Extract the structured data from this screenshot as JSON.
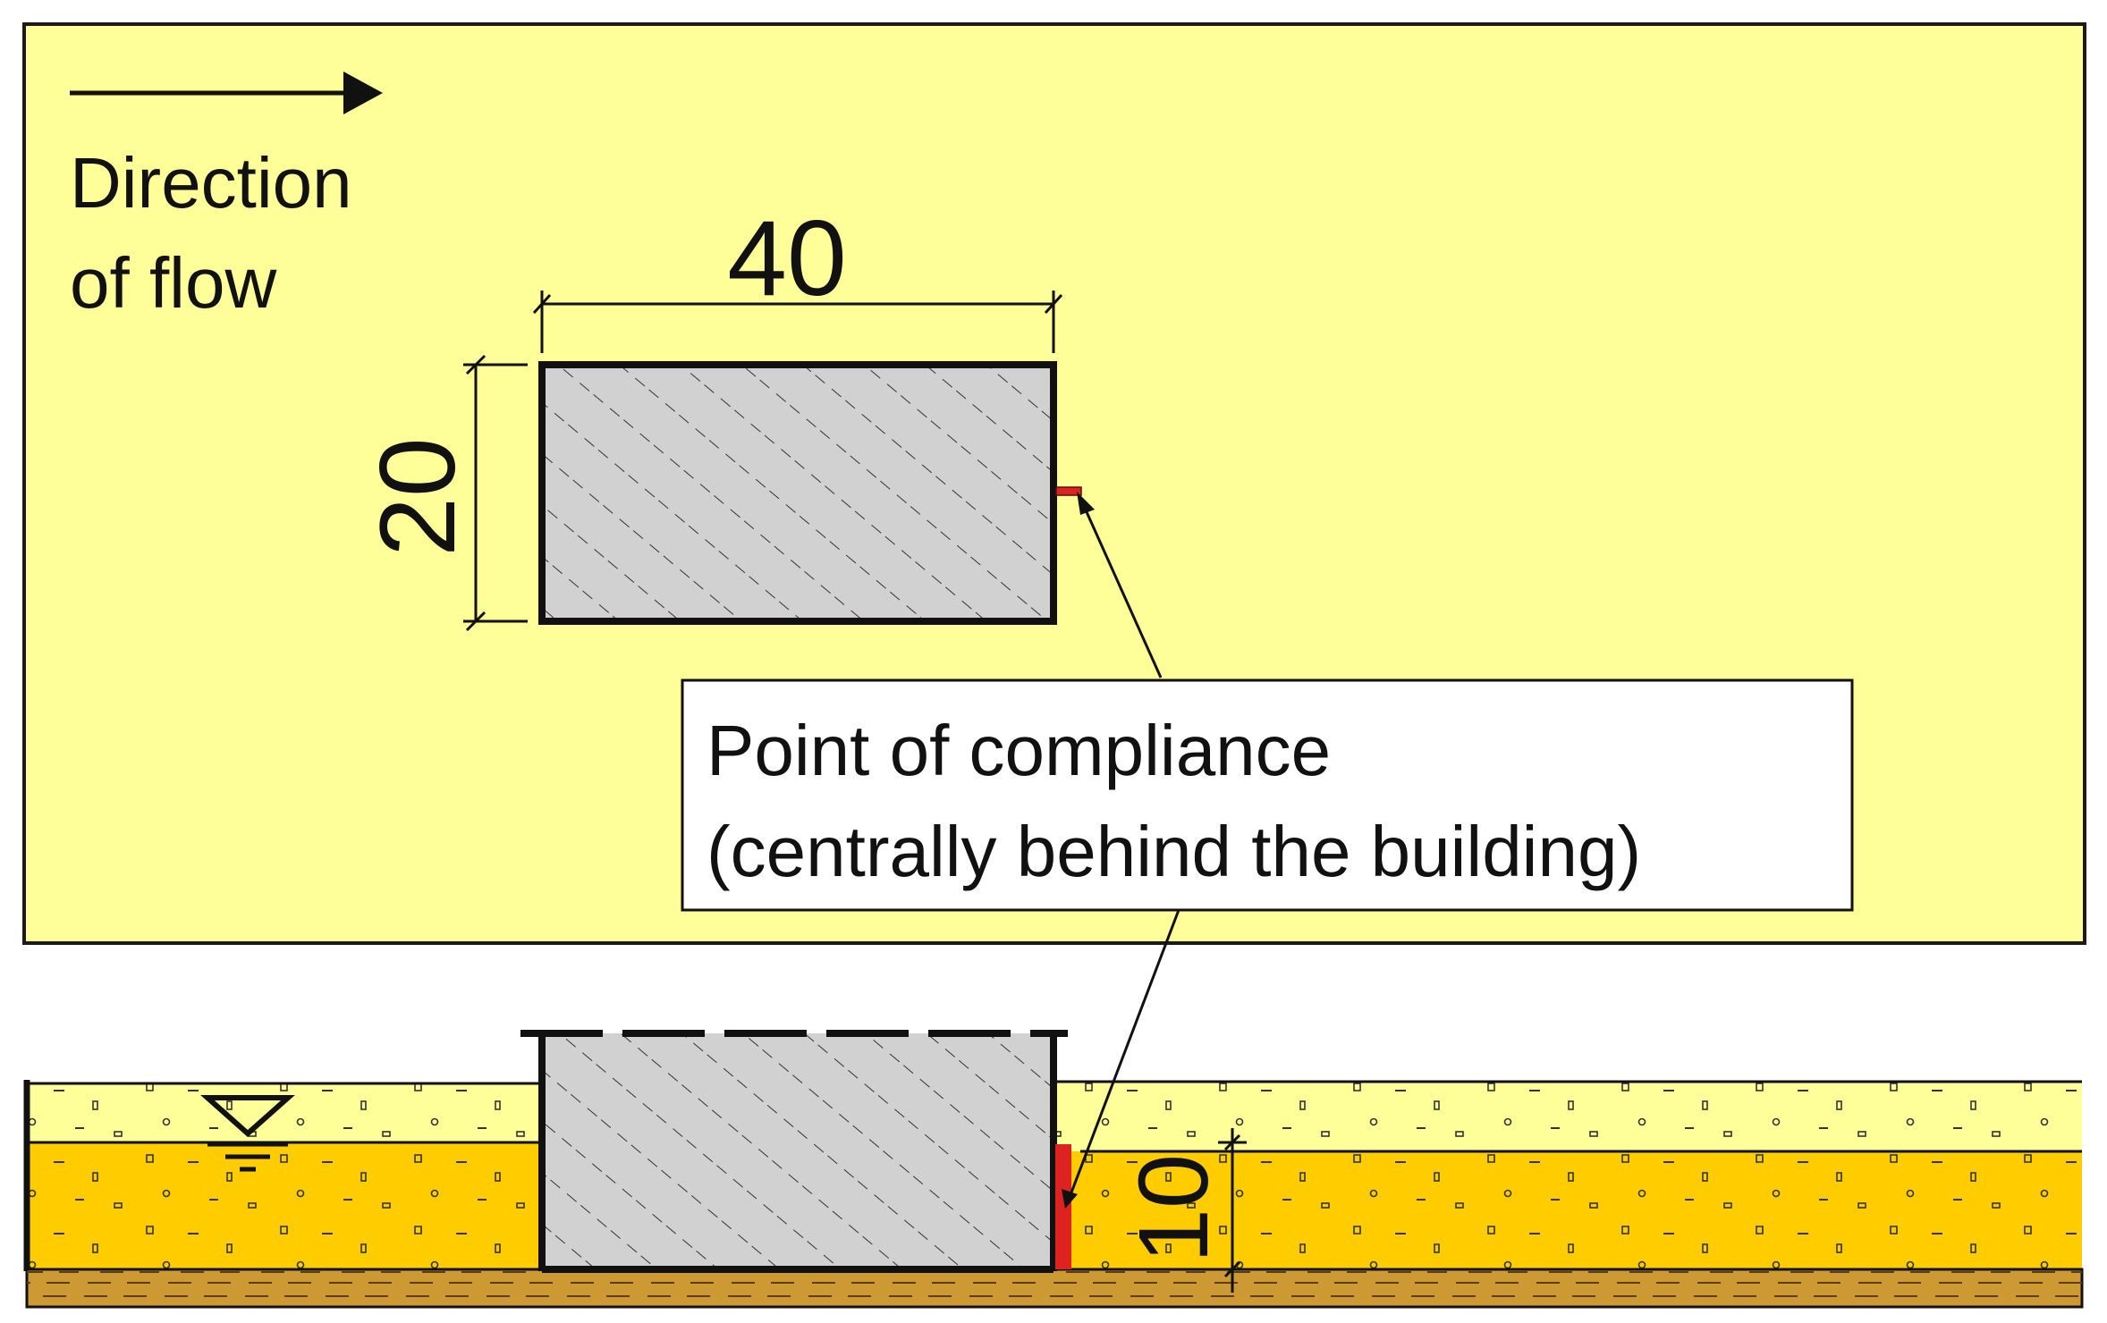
{
  "flow": {
    "line1": "Direction",
    "line2": "of flow"
  },
  "dimensions": {
    "width": "40",
    "depth": "20",
    "height": "10"
  },
  "callout": {
    "line1": "Point of compliance",
    "line2": "(centrally behind the building)"
  },
  "colors": {
    "plan_background": "#ffff99",
    "building_fill": "#d1d1d1",
    "water": "#ffcc00",
    "dry_soil": "#ffff99",
    "bedrock": "#cc9933",
    "compliance_marker": "#dd2222",
    "outline": "#1a1a1a"
  },
  "icons": {
    "flow_arrow": "arrow-right-icon",
    "water_level": "water-level-icon"
  }
}
